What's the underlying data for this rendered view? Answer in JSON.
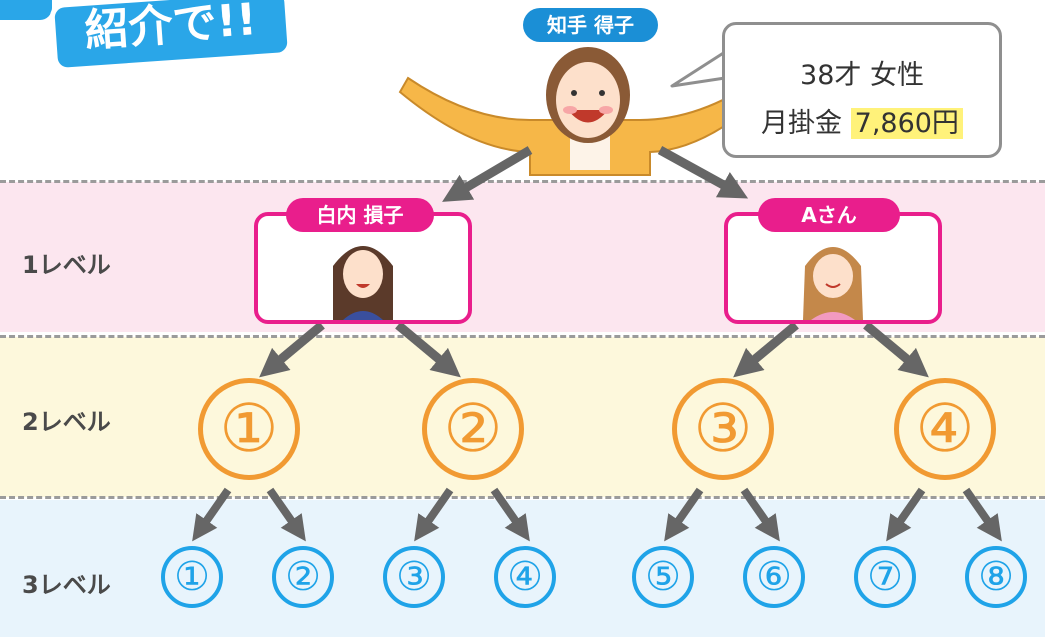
{
  "header": {
    "title_badge": "紹介で!!"
  },
  "top_person": {
    "name": "知手 得子",
    "info_line1": "38才 女性",
    "info_prefix": "月掛金 ",
    "info_amount": "7,860円"
  },
  "levels": [
    {
      "label": "1レベル"
    },
    {
      "label": "2レベル"
    },
    {
      "label": "3レベル"
    }
  ],
  "level1_people": [
    {
      "name": "白内 損子"
    },
    {
      "name": "Aさん"
    }
  ],
  "level2_nodes": [
    "①",
    "②",
    "③",
    "④"
  ],
  "level3_nodes": [
    "①",
    "②",
    "③",
    "④",
    "⑤",
    "⑥",
    "⑦",
    "⑧"
  ],
  "colors": {
    "pink": "#e91e8c",
    "blue": "#1b8fd6",
    "orange": "#f19a32",
    "light_blue": "#1fa3e8",
    "highlight": "#fff27a",
    "arrow_gray": "#666666"
  }
}
